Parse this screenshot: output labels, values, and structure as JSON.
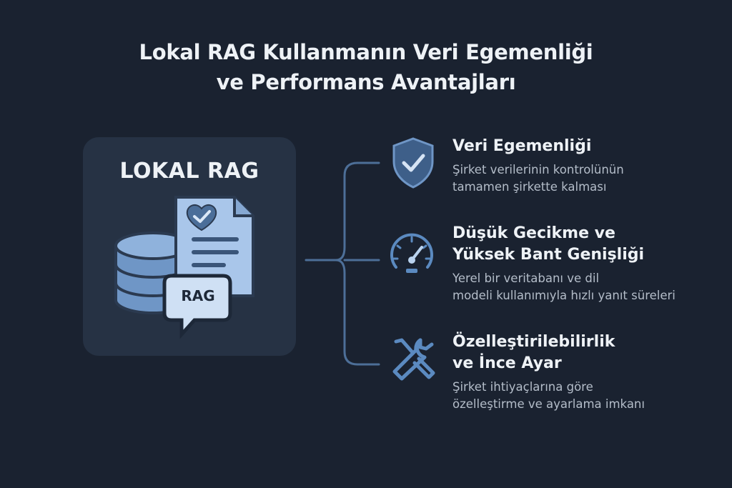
{
  "title": {
    "line1": "Lokal RAG Kullanmanın Veri Egemenliği",
    "line2": "ve Performans Avantajları"
  },
  "card": {
    "label": "LOKAL RAG",
    "badge": "RAG",
    "icons": [
      "database-icon",
      "document-icon",
      "heart-check-icon",
      "chat-bubble-icon"
    ]
  },
  "features": [
    {
      "icon": "shield-check-icon",
      "title_lines": [
        "Veri Egemenliği"
      ],
      "desc_lines": [
        "Şirket verilerinin kontrolünün",
        "tamamen şirkette kalması"
      ]
    },
    {
      "icon": "speedometer-icon",
      "title_lines": [
        "Düşük Gecikme ve",
        "Yüksek Bant Genişliği"
      ],
      "desc_lines": [
        "Yerel bir veritabanı ve dil",
        "modeli kullanımıyla hızlı yanıt süreleri"
      ]
    },
    {
      "icon": "wrench-screwdriver-icon",
      "title_lines": [
        "Özelleştirilebilirlik",
        "ve İnce Ayar"
      ],
      "desc_lines": [
        "Şirket ihtiyaçlarına göre",
        "özelleştirme ve ayarlama imkanı"
      ]
    }
  ],
  "colors": {
    "background": "#1a2230",
    "card": "#263244",
    "accent": "#5b8ac0",
    "icon_fill": "#a9c6ea",
    "line": "#4d6f98"
  }
}
